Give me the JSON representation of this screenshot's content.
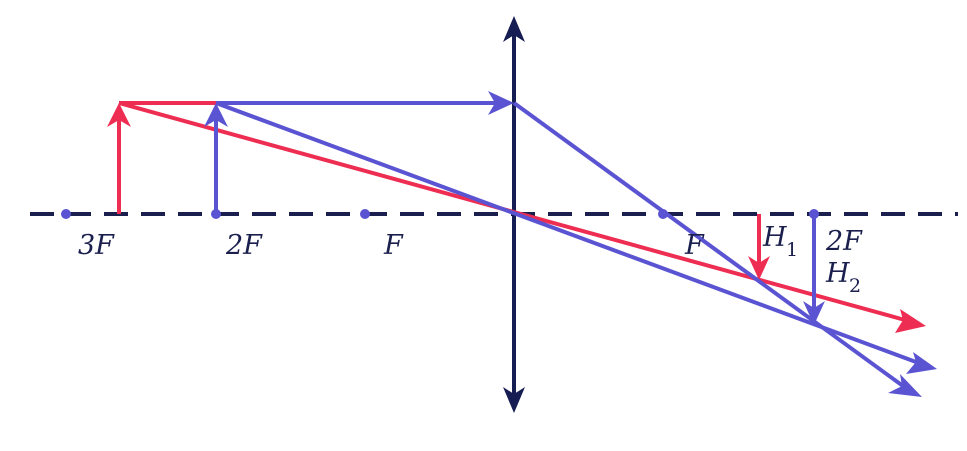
{
  "diagram": {
    "colors": {
      "axis": "#1a1f4d",
      "lens": "#151d52",
      "object_near": "#5b54d2",
      "object_far": "#ee2d52",
      "focal_dot": "#5b54d2"
    },
    "focal_labels": {
      "three_f": "3F",
      "two_f_left": "2F",
      "f_left": "F",
      "f_right": "F",
      "two_f_right": "2F"
    },
    "image_labels": {
      "h1_main": "H",
      "h1_sub": "1",
      "h2_main": "H",
      "h2_sub": "2"
    },
    "lens_type": "converging (double-arrow line)",
    "rays": [
      "object at 3F (red)",
      "object at 2F (blue)"
    ]
  }
}
